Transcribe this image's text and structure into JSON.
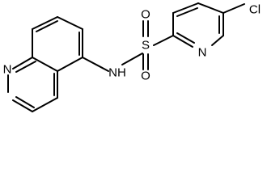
{
  "molecule": {
    "atoms": {
      "cl": "Cl",
      "n_pyridine": "N",
      "s": "S",
      "o_top": "O",
      "o_bottom": "O",
      "nh": "NH",
      "n_quinoline": "N"
    }
  }
}
